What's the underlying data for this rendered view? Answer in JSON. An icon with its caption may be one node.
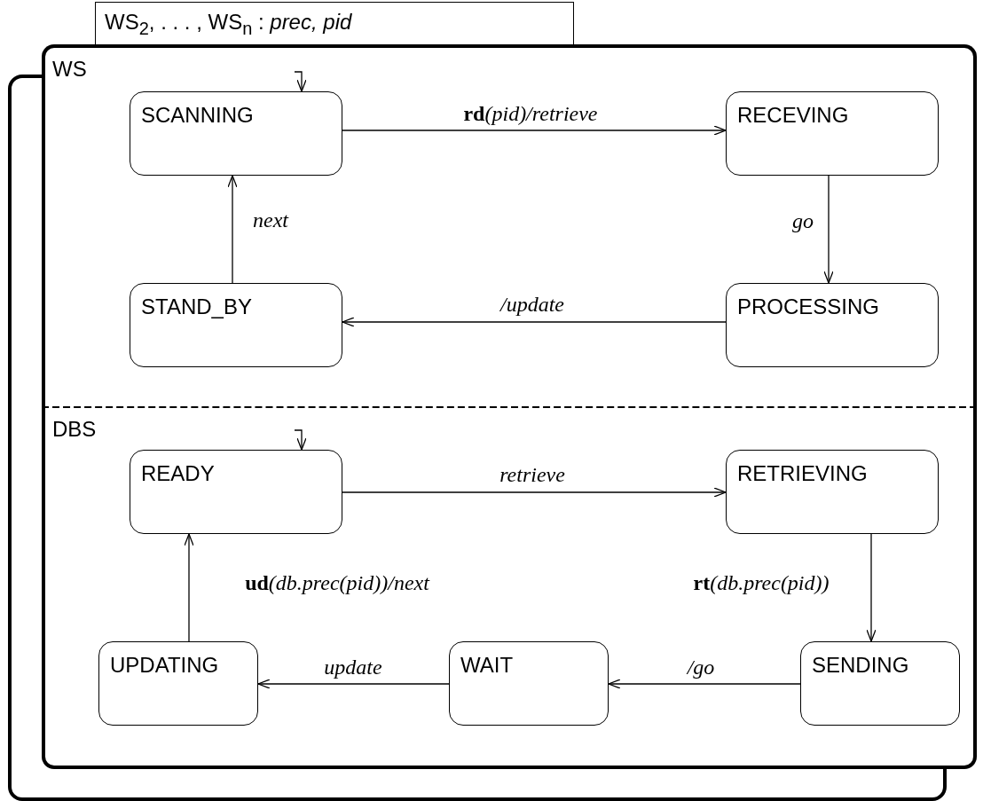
{
  "diagram": {
    "nodes": [
      {
        "text": [
          "WS$_{2}$, . . . , WS$_{n}$ : *prec, pid*"
        ]
      },
      {
        "text": [
          "WS"
        ]
      },
      {
        "text": [
          "SCANNING"
        ],
        "in": 1
      },
      {
        "text": [
          "RECEVING"
        ],
        "in": 1
      },
      {
        "text": [
          "PROCESSING"
        ],
        "in": 1
      },
      {
        "text": [
          "STAND_BY"
        ],
        "in": 1
      },
      {
        "text": [
          "DBS"
        ]
      },
      {
        "text": [
          "READY"
        ],
        "in": 6
      },
      {
        "text": [
          "RETRIEVING"
        ],
        "in": 6
      },
      {
        "text": [
          "UPDATING"
        ],
        "in": 6
      },
      {
        "text": [
          "WAIT"
        ],
        "in": 6
      },
      {
        "text": [
          "SENDING"
        ],
        "in": 6
      }
    ],
    "edges": [
      {
        "from": null,
        "to": 2,
        "arrow": "to"
      },
      {
        "from": 2,
        "to": 3,
        "arrow": "to",
        "label": "**rd**(pid)/retrieve"
      },
      {
        "from": 3,
        "to": 4,
        "arrow": "to",
        "label": "go"
      },
      {
        "from": 4,
        "to": 5,
        "arrow": "to",
        "label": "/update"
      },
      {
        "from": 5,
        "to": 2,
        "arrow": "to",
        "label": "next"
      },
      {
        "from": null,
        "to": 7,
        "arrow": "to"
      },
      {
        "from": 7,
        "to": 8,
        "arrow": "to",
        "label": "retrieve"
      },
      {
        "from": 8,
        "to": 11,
        "arrow": "to",
        "label": "**rt**(db.prec(pid))"
      },
      {
        "from": 11,
        "to": 10,
        "arrow": "to",
        "label": "/go"
      },
      {
        "from": 10,
        "to": 9,
        "arrow": "to",
        "label": "update"
      },
      {
        "from": 9,
        "to": 7,
        "arrow": "to",
        "label": "**ud**(db.prec(pid))/next"
      }
    ]
  }
}
